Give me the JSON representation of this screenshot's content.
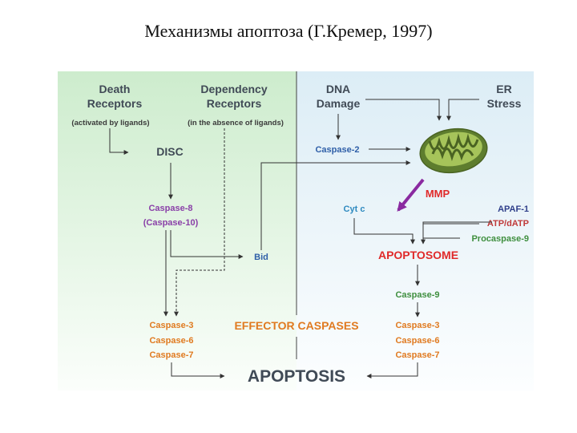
{
  "title": "Механизмы апоптоза (Г.Кремер, 1997)",
  "nodes": {
    "death_receptors_1": "Death",
    "death_receptors_2": "Receptors",
    "death_receptors_note": "(activated by ligands)",
    "dependency_receptors_1": "Dependency",
    "dependency_receptors_2": "Receptors",
    "dependency_receptors_note": "(in the absence of ligands)",
    "dna_damage_1": "DNA",
    "dna_damage_2": "Damage",
    "er_stress_1": "ER",
    "er_stress_2": "Stress",
    "disc": "DISC",
    "caspase2": "Caspase-2",
    "caspase8": "Caspase-8",
    "caspase10": "(Caspase-10)",
    "mmp": "MMP",
    "cyt_c": "Cyt c",
    "apaf1": "APAF-1",
    "atp_datp": "ATP/dATP",
    "procaspase9": "Procaspase-9",
    "bid": "Bid",
    "apoptosome": "APOPTOSOME",
    "caspase9": "Caspase-9",
    "effector_caspases": "EFFECTOR CASPASES",
    "left_caspase3": "Caspase-3",
    "left_caspase6": "Caspase-6",
    "left_caspase7": "Caspase-7",
    "right_caspase3": "Caspase-3",
    "right_caspase6": "Caspase-6",
    "right_caspase7": "Caspase-7",
    "apoptosis": "APOPTOSIS"
  },
  "colors": {
    "left_panel_top": "#cdeccd",
    "left_panel_bottom": "#f7fcf7",
    "right_panel_top": "#dcedf6",
    "right_panel_bottom": "#f7fbfd",
    "arrow_mmp": "#8a2aa0"
  },
  "icons": {
    "mitochondrion": "mitochondrion-icon"
  }
}
